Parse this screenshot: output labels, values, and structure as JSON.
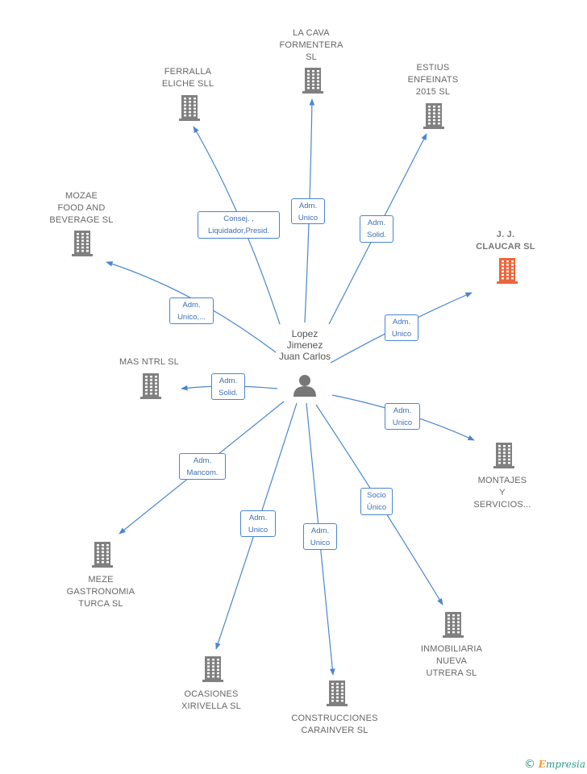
{
  "center": {
    "label": "Lopez\nJimenez\nJuan Carlos",
    "icon": "person-icon"
  },
  "colors": {
    "edge": "#4a86d0",
    "building": "#808080",
    "highlight": "#f0643a"
  },
  "nodes": [
    {
      "id": "la-cava",
      "label": "LA CAVA\nFORMENTERA\nSL",
      "highlight": false
    },
    {
      "id": "ferralla",
      "label": "FERRALLA\nELICHE SLL",
      "highlight": false
    },
    {
      "id": "estius",
      "label": "ESTIUS\nENFEINATS\n2015  SL",
      "highlight": false
    },
    {
      "id": "mozae",
      "label": "MOZAE\nFOOD AND\nBEVERAGE  SL",
      "highlight": false
    },
    {
      "id": "claucar",
      "label": "J.  J.\nCLAUCAR  SL",
      "highlight": true
    },
    {
      "id": "mas-ntrl",
      "label": "MAS NTRL  SL",
      "highlight": false
    },
    {
      "id": "montajes",
      "label": "MONTAJES\nY\nSERVICIOS...",
      "highlight": false
    },
    {
      "id": "meze",
      "label": "MEZE\nGASTRONOMIA\nTURCA  SL",
      "highlight": false
    },
    {
      "id": "inmobiliaria",
      "label": "INMOBILIARIA\nNUEVA\nUTRERA SL",
      "highlight": false
    },
    {
      "id": "ocasiones",
      "label": "OCASIONES\nXIRIVELLA SL",
      "highlight": false
    },
    {
      "id": "construcciones",
      "label": "CONSTRUCCIONES\nCARAINVER SL",
      "highlight": false
    }
  ],
  "edges": [
    {
      "target": "la-cava",
      "label": "Adm.\nUnico"
    },
    {
      "target": "ferralla",
      "label": "Consej. ,\nLiquidador,Presid."
    },
    {
      "target": "estius",
      "label": "Adm.\nSolid."
    },
    {
      "target": "mozae",
      "label": "Adm.\nUnico,..."
    },
    {
      "target": "claucar",
      "label": "Adm.\nUnico"
    },
    {
      "target": "mas-ntrl",
      "label": "Adm.\nSolid."
    },
    {
      "target": "montajes",
      "label": "Adm.\nUnico"
    },
    {
      "target": "meze",
      "label": "Adm.\nMancom."
    },
    {
      "target": "inmobiliaria",
      "label": "Socio\nÚnico"
    },
    {
      "target": "ocasiones",
      "label": "Adm.\nUnico"
    },
    {
      "target": "construcciones",
      "label": "Adm.\nUnico"
    }
  ],
  "footer": {
    "copyright_symbol": "©",
    "brand_initial": "E",
    "brand_rest": "mpresia"
  }
}
